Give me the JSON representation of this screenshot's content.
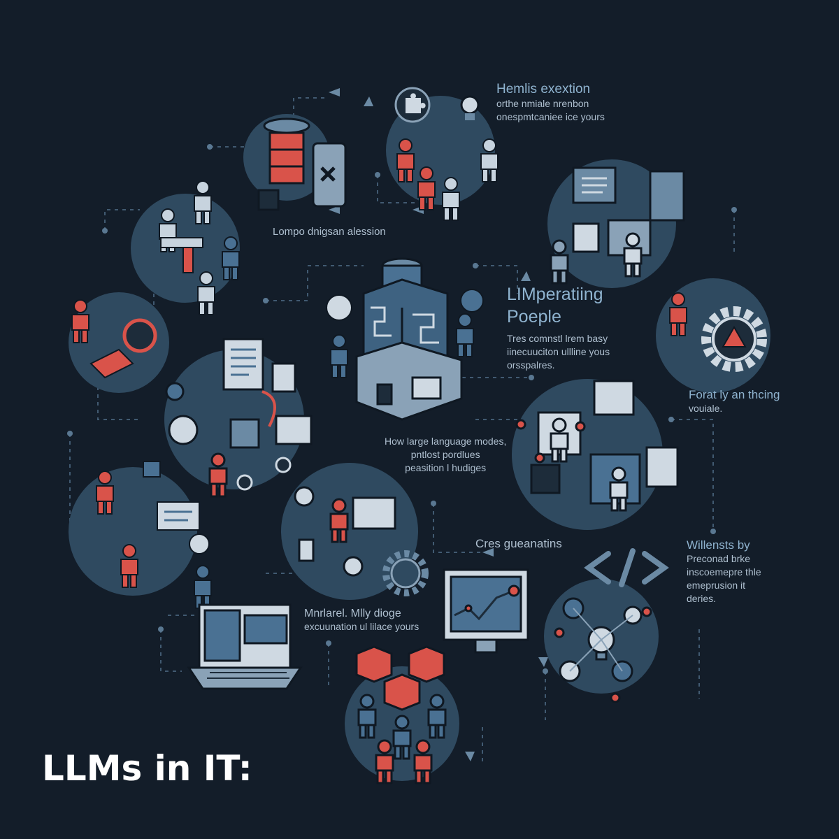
{
  "title": "LLMs in IT:",
  "labels": {
    "top_right_heading": "Hemlis exextion",
    "top_right_lines": [
      "orthe nmiale nrenbon",
      "onespmtcaniee ice yours"
    ],
    "left_caption": "Lompo dnigsan alession",
    "center_heading": [
      "LIMperatiing",
      "Poeple"
    ],
    "center_lines": [
      "Tres comnstl lrem basy",
      "iinecuuciton ullline yous",
      "orsspalres."
    ],
    "right_mid_heading": "Forat ly an thcing",
    "right_mid_lines": [
      "vouiale."
    ],
    "middle_lines": [
      "How large language modes,",
      "pntlost pordlues",
      "peasition l hudiges"
    ],
    "lower_mid_caption": "Cres gueanatins",
    "lower_right_heading": "Willensts by",
    "lower_right_lines": [
      "Preconad brke",
      "inscoemepre thle",
      "emeprusion it",
      "deries."
    ],
    "lower_left_heading": "Mnrlarel. Mlly dioge",
    "lower_left_lines": [
      "excuunation ul lilace yours"
    ]
  },
  "colors": {
    "background": "#131d29",
    "accent_red": "#d9534a",
    "accent_blue": "#4a7193",
    "bubble": "#2f4a60",
    "outline": "#0f1822",
    "text": "#aebfcf",
    "title": "#ffffff"
  },
  "icons": [
    "database-icon",
    "puzzle-icon",
    "lightbulb-icon",
    "gear-icon",
    "warning-icon",
    "code-brackets-icon",
    "laptop-icon",
    "monitor-chart-icon",
    "maze-tower-icon",
    "document-icon",
    "person-icon"
  ]
}
